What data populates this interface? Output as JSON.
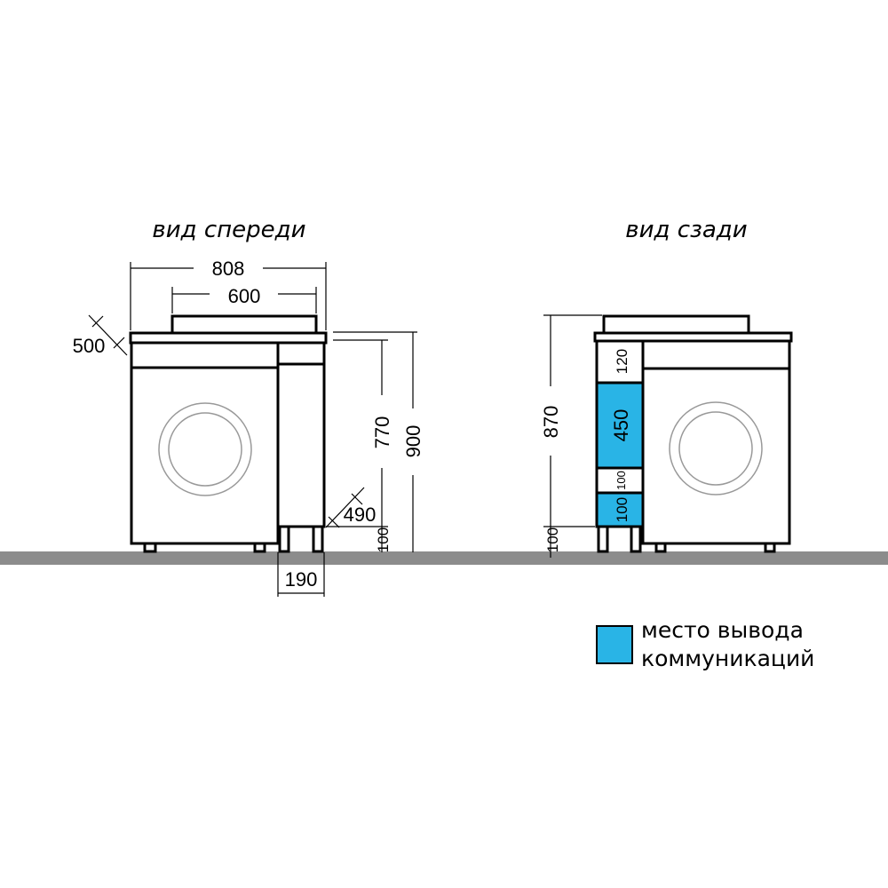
{
  "colors": {
    "communications": "#29b4e6",
    "floor": "#8c8c8c",
    "door": "#999999"
  },
  "front_view": {
    "title": "вид спереди",
    "dims": {
      "width_total": "808",
      "width_basin": "600",
      "depth": "500",
      "height_cabinet": "770",
      "height_total": "900",
      "cabinet_depth": "490",
      "leg_height": "100",
      "cabinet_width": "190"
    }
  },
  "back_view": {
    "title": "вид сзади",
    "dims": {
      "height": "870",
      "leg_height": "100"
    },
    "sections": [
      "120",
      "450",
      "100",
      "100"
    ]
  },
  "legend": {
    "line1": "место вывода",
    "line2": "коммуникаций"
  }
}
